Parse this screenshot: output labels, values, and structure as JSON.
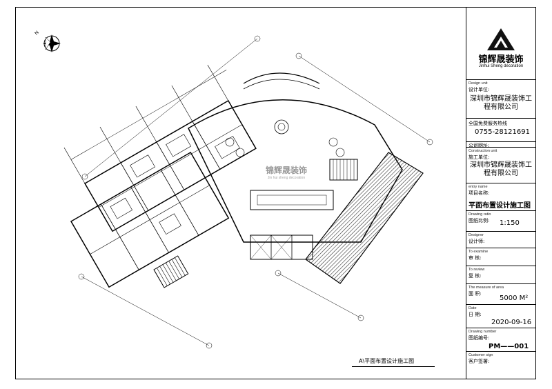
{
  "title_block": {
    "logo_name": "锦辉晟装饰",
    "logo_en": "Jinhui Sheng decoration",
    "design_unit_en": "Design unit",
    "design_unit_cn": "设计单位:",
    "design_unit_value": "深圳市锦辉晟装饰工程有限公司",
    "hotline_label": "全国免费服务热线",
    "hotline_number": "0755-28121691",
    "address_label": "公司网址:",
    "construction_unit_en": "Construction unit",
    "construction_unit_cn": "施工单位:",
    "construction_unit_value": "深圳市锦辉晟装饰工程有限公司",
    "entry_name_en": "entry name",
    "entry_name_cn": "项目名称:",
    "drawing_title": "平面布置设计施工图",
    "ratio_en": "Drawing ratio",
    "ratio_cn": "图纸比例:",
    "ratio_value": "1:150",
    "designer_en": "Designer",
    "designer_cn": "设计师:",
    "examine_en": "To examine",
    "examine_cn": "审 核:",
    "review_en": "To review",
    "review_cn": "复 核:",
    "area_en": "The measure of area",
    "area_cn": "面 积:",
    "area_value": "5000 M²",
    "date_en": "Date",
    "date_cn": "日 期:",
    "date_value": "2020-09-16",
    "number_en": "Drawing number",
    "number_cn": "图纸编号:",
    "number_value": "PM——001",
    "customer_en": "Customer sign",
    "customer_cn": "客户签署:"
  },
  "plan": {
    "watermark_cn": "锦辉晟装饰",
    "watermark_en": "Jin hui sheng decoration",
    "caption": "A\\平面布置设计施工图",
    "north_label": "N"
  },
  "colors": {
    "line": "#000000",
    "hatch": "#333333",
    "logo": "#111111"
  }
}
